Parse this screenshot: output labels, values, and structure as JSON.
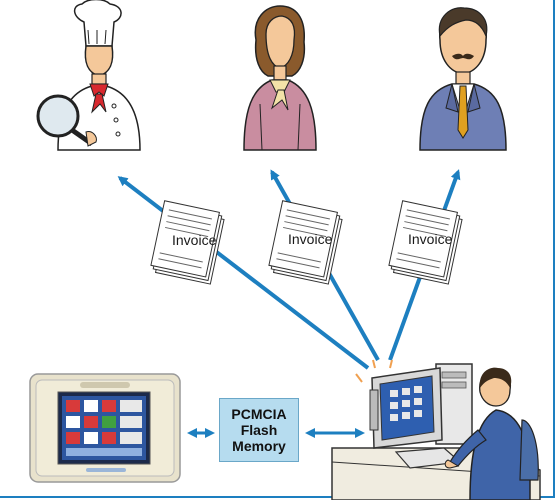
{
  "invoices": [
    {
      "label": "Invoice"
    },
    {
      "label": "Invoice"
    },
    {
      "label": "Invoice"
    }
  ],
  "flash_memory": {
    "line1": "PCMCIA",
    "line2": "Flash",
    "line3": "Memory"
  },
  "colors": {
    "arrow": "#1d7fc0",
    "flash_box_fill": "#b6dcef",
    "signal_dash": "#f0a050"
  }
}
